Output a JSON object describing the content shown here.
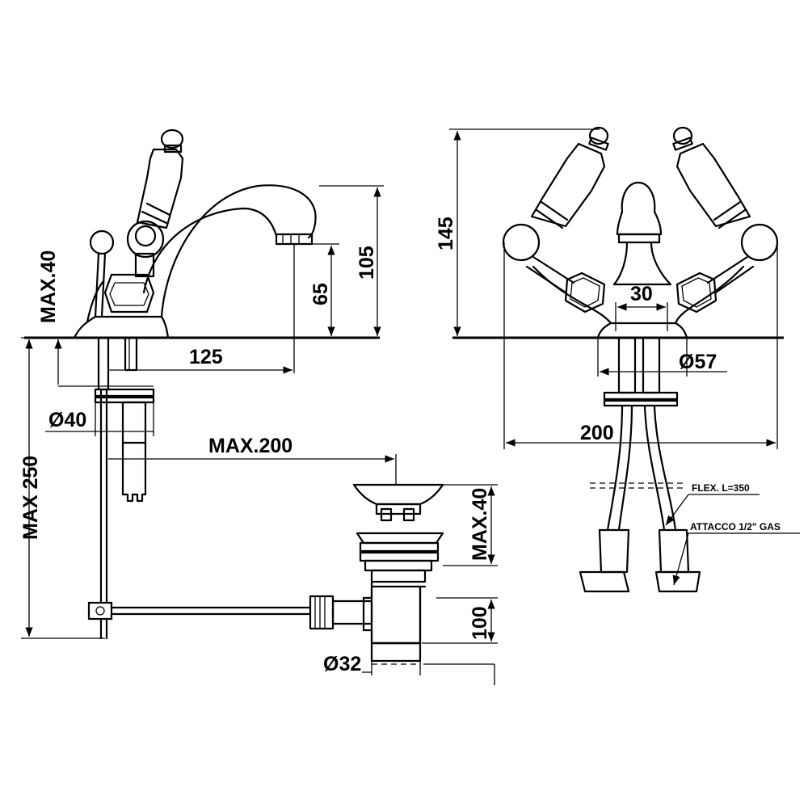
{
  "dimensions": {
    "max40_side": "MAX.40",
    "h65": "65",
    "h105": "105",
    "reach125": "125",
    "dia40": "Ø40",
    "max250": "MAX 250",
    "max200": "MAX.200",
    "max40_waste": "MAX.40",
    "h100": "100",
    "dia32": "Ø32",
    "h145": "145",
    "w30": "30",
    "dia57": "Ø57",
    "w200": "200"
  },
  "notes": {
    "flex": "FLEX. L=350",
    "attacco": "ATTACCO 1/2\" GAS"
  }
}
